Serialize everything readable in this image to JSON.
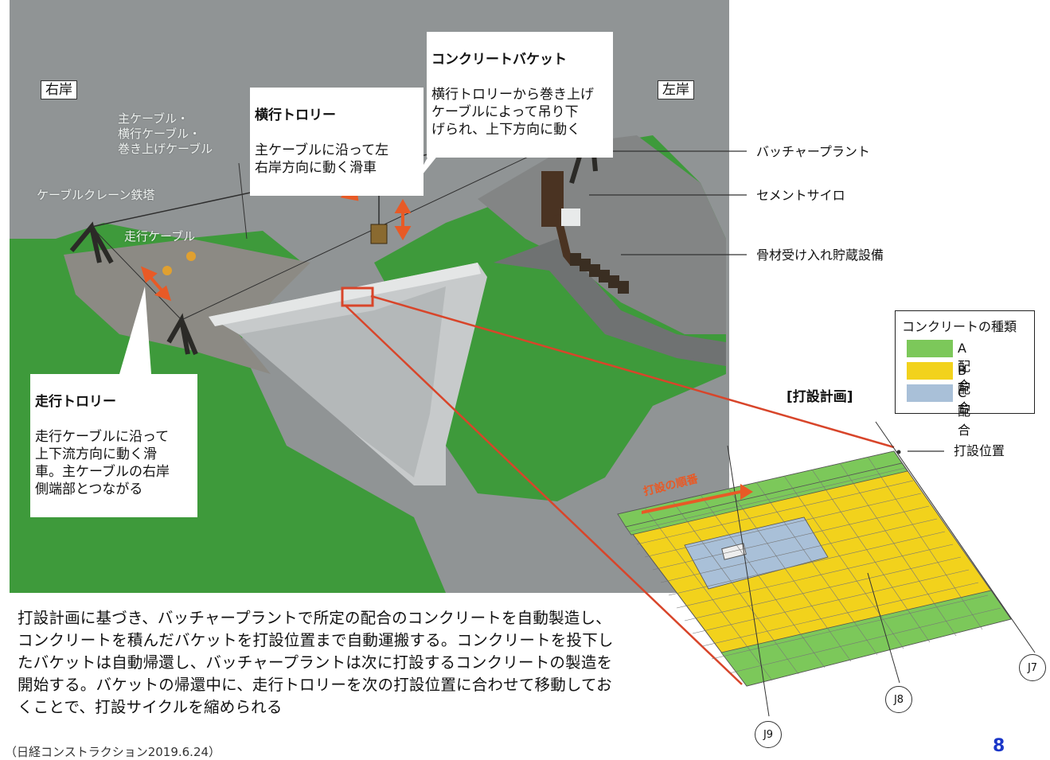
{
  "labels": {
    "right_bank": "右岸",
    "left_bank": "左岸",
    "cables": "主ケーブル・\n横行ケーブル・\n巻き上げケーブル",
    "tower": "ケーブルクレーン鉄塔",
    "travel_cable": "走行ケーブル",
    "batcher_plant": "バッチャープラント",
    "cement_silo": "セメントサイロ",
    "aggregate": "骨材受け入れ貯蔵設備",
    "pour_position": "打設位置",
    "pour_sequence": "打設の順番"
  },
  "callouts": {
    "bucket": {
      "title": "コンクリートバケット",
      "body": "横行トロリーから巻き上げ\nケーブルによって吊り下\nげられ、上下方向に動く"
    },
    "cross_trolley": {
      "title": "横行トロリー",
      "body": "主ケーブルに沿って左\n右岸方向に動く滑車"
    },
    "travel_trolley": {
      "title": "走行トロリー",
      "body": "走行ケーブルに沿って\n上下流方向に動く滑\n車。主ケーブルの右岸\n側端部とつながる"
    }
  },
  "legend": {
    "title": "コンクリートの種類",
    "items": [
      {
        "label": "A配合",
        "color": "#7cc85a"
      },
      {
        "label": "B配合",
        "color": "#f2d21c"
      },
      {
        "label": "C配合",
        "color": "#a9c0d8"
      }
    ]
  },
  "plan": {
    "title": "[打設計画]",
    "joints": [
      "J7",
      "J8",
      "J9"
    ]
  },
  "caption": "打設計画に基づき、バッチャープラントで所定の配合のコンクリートを自動製造し、コンクリートを積んだバケットを打設位置まで自動運搬する。コンクリートを投下したバケットは自動帰還し、バッチャープラントは次に打設するコンクリートの製造を開始する。バケットの帰還中に、走行トロリーを次の打設位置に合わせて移動しておくことで、打設サイクルを縮められる",
  "source": "（日経コンストラクション2019.6.24）",
  "page_number": "8",
  "colors": {
    "accent": "#e85a26",
    "ground_green": "#3f9a3a",
    "concrete_gray": "#c9ccce",
    "sky_gray": "#8f9394",
    "page_number": "#1a36c8"
  }
}
